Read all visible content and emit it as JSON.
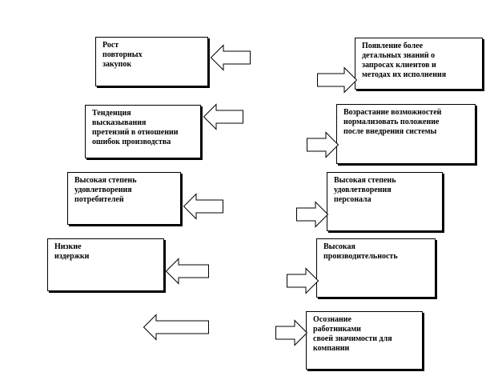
{
  "left_column": [
    {
      "id": "repeat-purchases",
      "text": "Рост\nповторных\nзакупок"
    },
    {
      "id": "claims-trend",
      "text": "Тенденция\nвысказывания\nпретензий в отношении\nошибок производства"
    },
    {
      "id": "consumer-satisfaction",
      "text": "Высокая степень\nудовлетворения\nпотребителей"
    },
    {
      "id": "low-costs",
      "text": "Низкие\nиздержки"
    }
  ],
  "right_column": [
    {
      "id": "detailed-knowledge",
      "text": "Появление более\nдетальных знаний о\nзапросах клиентов и\nметодах их исполнения"
    },
    {
      "id": "growing-opportunities",
      "text": "Возрастание возможностей\nнормализовать положение\nпосле внедрения системы"
    },
    {
      "id": "staff-satisfaction",
      "text": "Высокая степень\nудовлетворения\nперсонала"
    },
    {
      "id": "high-productivity",
      "text": "Высокая\nпроизводительность"
    },
    {
      "id": "employee-awareness",
      "text": "Осознание\nработниками\nсвоей значимости для\nкомпании"
    }
  ]
}
